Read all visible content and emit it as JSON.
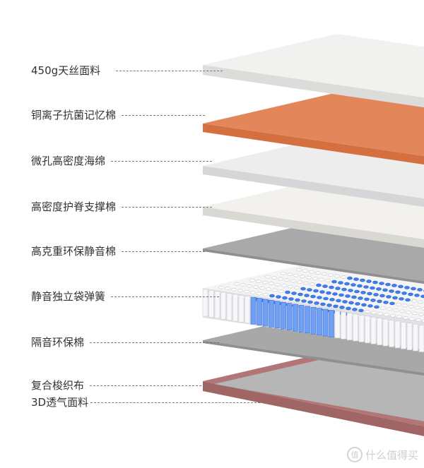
{
  "layers": [
    {
      "label": "450g天丝面料",
      "top": "#f1f1ef",
      "edge": "#dcdcda",
      "kind": "slab"
    },
    {
      "label": "铜离子抗菌记忆棉",
      "top": "#e3875a",
      "edge": "#d4703f",
      "kind": "slab"
    },
    {
      "label": "微孔高密度海绵",
      "top": "#ededee",
      "edge": "#d6d6d8",
      "kind": "slab"
    },
    {
      "label": "高密度护脊支撑棉",
      "top": "#f2f1ed",
      "edge": "#d9d8d3",
      "kind": "slab"
    },
    {
      "label": "高克重环保静音棉",
      "top": "#a9a9a9",
      "edge": "#8f8f8f",
      "kind": "sheet"
    },
    {
      "label": "静音独立袋弹簧",
      "top": "#f4f4f6",
      "edge": "#e2e2e6",
      "kind": "springs",
      "accent": "#3f7ff0"
    },
    {
      "label": "隔音环保棉",
      "top": "#a8a8a8",
      "edge": "#909090",
      "kind": "sheet"
    },
    {
      "label": "复合梭织布",
      "top": "#b6b6b6",
      "edge": "#a06565",
      "kind": "tray",
      "frame": "#b27676"
    }
  ],
  "extra_label": "3D透气面料",
  "watermark": {
    "seal": "值",
    "text": "什么值得买"
  }
}
